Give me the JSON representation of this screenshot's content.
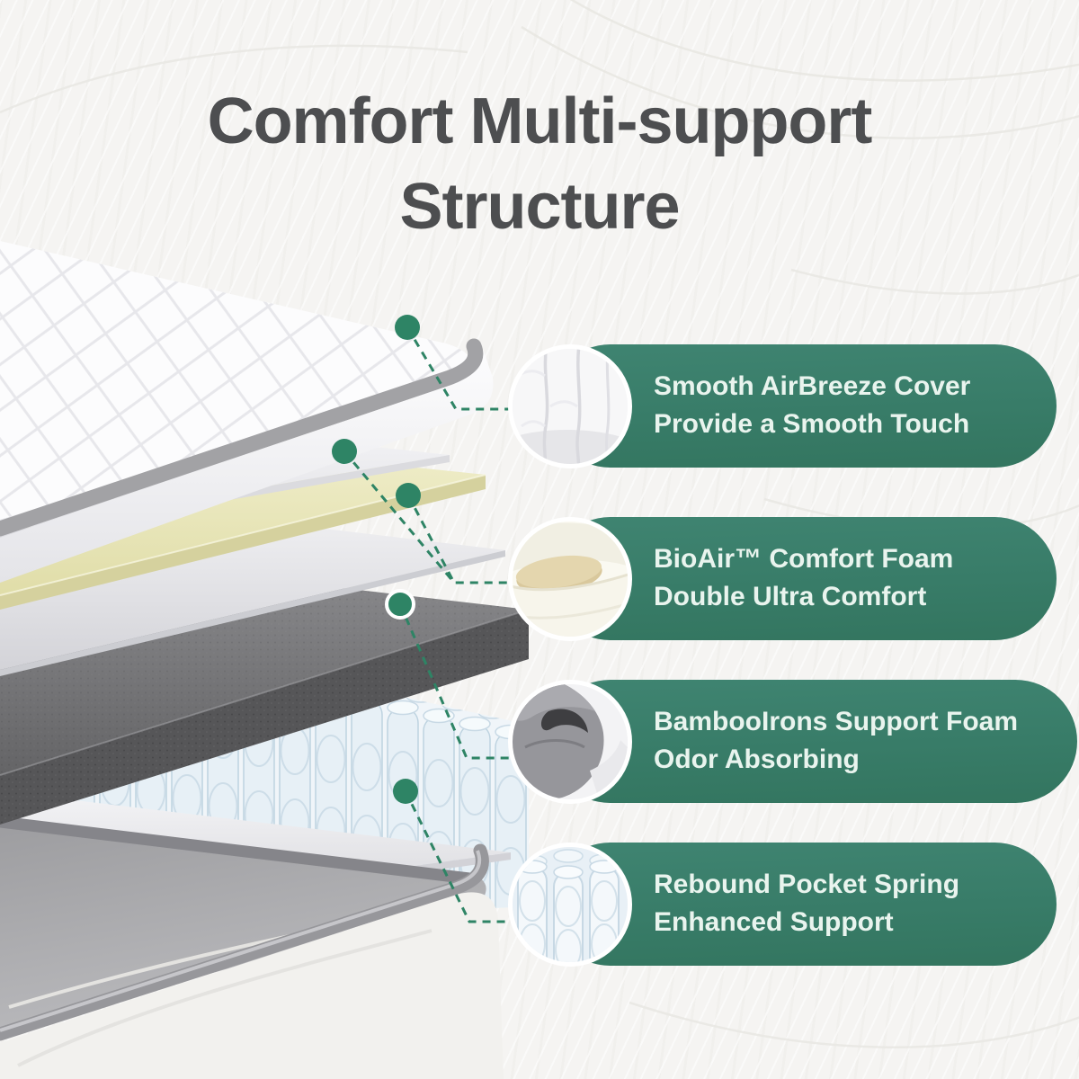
{
  "title": {
    "line1": "Comfort Multi-support",
    "line2": "Structure"
  },
  "callouts": [
    {
      "icon": "quilted-cover-photo",
      "line1": "Smooth AirBreeze Cover",
      "line2": "Provide a Smooth Touch"
    },
    {
      "icon": "comfort-foam-photo",
      "line1": "BioAir™ Comfort Foam",
      "line2": "Double Ultra Comfort"
    },
    {
      "icon": "support-foam-photo",
      "line1": "BambooIrons Support Foam",
      "line2": "Odor Absorbing"
    },
    {
      "icon": "pocket-spring-photo",
      "line1": "Rebound Pocket Spring",
      "line2": "Enhanced Support"
    }
  ],
  "colors": {
    "background": "#F5F4F2",
    "title_gray": "#4D4E50",
    "pill_green": "#3B7F6C",
    "pill_text": "#E9F4EE",
    "connector_green": "#2E8465",
    "comfort_foam_yellow": "#ECEAC0",
    "support_foam_gray": "#6A6A6C",
    "spring_blue": "#E7F0F6"
  }
}
